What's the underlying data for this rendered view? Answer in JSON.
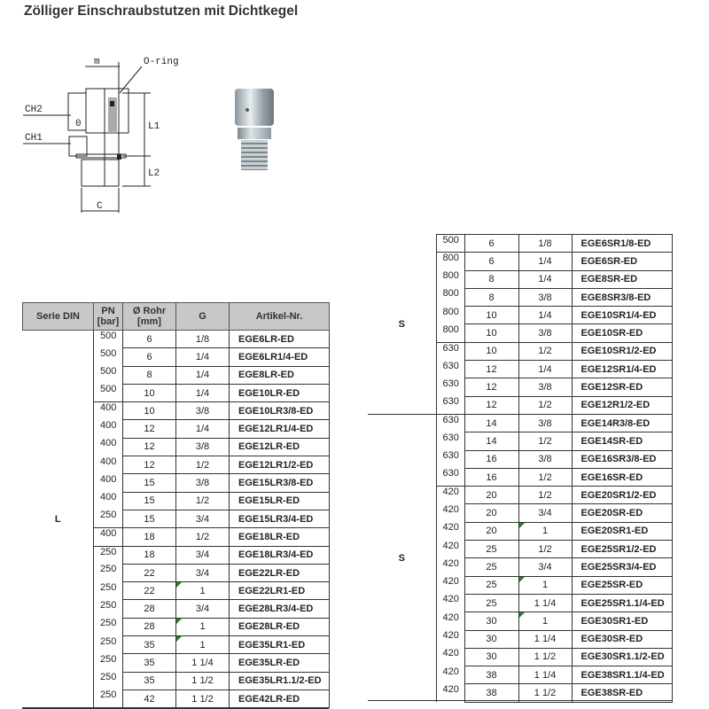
{
  "title": "Zölliger Einschraubstutzen mit Dichtkegel",
  "drawing_labels": {
    "m": "m",
    "oring": "O-ring",
    "ch2": "CH2",
    "ch1": "CH1",
    "l1": "L1",
    "l2": "L2",
    "c": "C",
    "o": "0"
  },
  "headers": [
    "Serie DIN",
    "PN [bar]",
    "Ø Rohr [mm]",
    "G",
    "Artikel-Nr."
  ],
  "left": {
    "serie": "L",
    "groups": [
      4,
      7,
      1,
      9
    ],
    "rows": [
      [
        "500",
        "6",
        "1/8",
        "EGE6LR-ED",
        0
      ],
      [
        "500",
        "6",
        "1/4",
        "EGE6LR1/4-ED",
        0
      ],
      [
        "500",
        "8",
        "1/4",
        "EGE8LR-ED",
        0
      ],
      [
        "500",
        "10",
        "1/4",
        "EGE10LR-ED",
        0
      ],
      [
        "400",
        "10",
        "3/8",
        "EGE10LR3/8-ED",
        0
      ],
      [
        "400",
        "12",
        "1/4",
        "EGE12LR1/4-ED",
        0
      ],
      [
        "400",
        "12",
        "3/8",
        "EGE12LR-ED",
        0
      ],
      [
        "400",
        "12",
        "1/2",
        "EGE12LR1/2-ED",
        0
      ],
      [
        "400",
        "15",
        "3/8",
        "EGE15LR3/8-ED",
        0
      ],
      [
        "400",
        "15",
        "1/2",
        "EGE15LR-ED",
        0
      ],
      [
        "250",
        "15",
        "3/4",
        "EGE15LR3/4-ED",
        0
      ],
      [
        "400",
        "18",
        "1/2",
        "EGE18LR-ED",
        0
      ],
      [
        "250",
        "18",
        "3/4",
        "EGE18LR3/4-ED",
        0
      ],
      [
        "250",
        "22",
        "3/4",
        "EGE22LR-ED",
        0
      ],
      [
        "250",
        "22",
        "1",
        "EGE22LR1-ED",
        1
      ],
      [
        "250",
        "28",
        "3/4",
        "EGE28LR3/4-ED",
        0
      ],
      [
        "250",
        "28",
        "1",
        "EGE28LR-ED",
        1
      ],
      [
        "250",
        "35",
        "1",
        "EGE35LR1-ED",
        1
      ],
      [
        "250",
        "35",
        "1 1/4",
        "EGE35LR-ED",
        0
      ],
      [
        "250",
        "35",
        "1 1/2",
        "EGE35LR1.1/2-ED",
        0
      ],
      [
        "250",
        "42",
        "1 1/2",
        "EGE42LR-ED",
        0
      ]
    ]
  },
  "right": {
    "series": [
      {
        "label": "S",
        "rows": 10
      },
      {
        "label": "S",
        "rows": 16
      }
    ],
    "groups": [
      1,
      5,
      4,
      4,
      12
    ],
    "rows": [
      [
        "500",
        "6",
        "1/8",
        "EGE6SR1/8-ED",
        0
      ],
      [
        "800",
        "6",
        "1/4",
        "EGE6SR-ED",
        0
      ],
      [
        "800",
        "8",
        "1/4",
        "EGE8SR-ED",
        0
      ],
      [
        "800",
        "8",
        "3/8",
        "EGE8SR3/8-ED",
        0
      ],
      [
        "800",
        "10",
        "1/4",
        "EGE10SR1/4-ED",
        0
      ],
      [
        "800",
        "10",
        "3/8",
        "EGE10SR-ED",
        0
      ],
      [
        "630",
        "10",
        "1/2",
        "EGE10SR1/2-ED",
        0
      ],
      [
        "630",
        "12",
        "1/4",
        "EGE12SR1/4-ED",
        0
      ],
      [
        "630",
        "12",
        "3/8",
        "EGE12SR-ED",
        0
      ],
      [
        "630",
        "12",
        "1/2",
        "EGE12R1/2-ED",
        0
      ],
      [
        "630",
        "14",
        "3/8",
        "EGE14R3/8-ED",
        0
      ],
      [
        "630",
        "14",
        "1/2",
        "EGE14SR-ED",
        0
      ],
      [
        "630",
        "16",
        "3/8",
        "EGE16SR3/8-ED",
        0
      ],
      [
        "630",
        "16",
        "1/2",
        "EGE16SR-ED",
        0
      ],
      [
        "420",
        "20",
        "1/2",
        "EGE20SR1/2-ED",
        0
      ],
      [
        "420",
        "20",
        "3/4",
        "EGE20SR-ED",
        0
      ],
      [
        "420",
        "20",
        "1",
        "EGE20SR1-ED",
        1
      ],
      [
        "420",
        "25",
        "1/2",
        "EGE25SR1/2-ED",
        0
      ],
      [
        "420",
        "25",
        "3/4",
        "EGE25SR3/4-ED",
        0
      ],
      [
        "420",
        "25",
        "1",
        "EGE25SR-ED",
        1
      ],
      [
        "420",
        "25",
        "1 1/4",
        "EGE25SR1.1/4-ED",
        0
      ],
      [
        "420",
        "30",
        "1",
        "EGE30SR1-ED",
        1
      ],
      [
        "420",
        "30",
        "1 1/4",
        "EGE30SR-ED",
        0
      ],
      [
        "420",
        "30",
        "1 1/2",
        "EGE30SR1.1/2-ED",
        0
      ],
      [
        "420",
        "38",
        "1 1/4",
        "EGE38SR1.1/4-ED",
        0
      ],
      [
        "420",
        "38",
        "1 1/2",
        "EGE38SR-ED",
        0
      ]
    ]
  }
}
